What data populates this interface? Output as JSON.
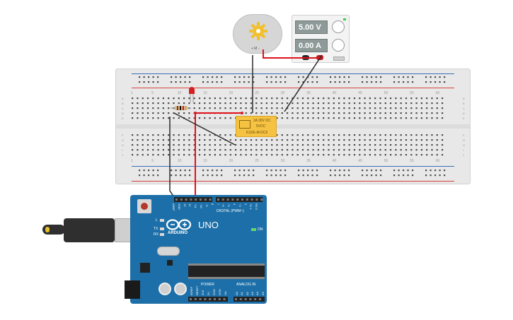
{
  "power_supply": {
    "voltage": "5.00 V",
    "current": "0.00 A"
  },
  "motor": {
    "label": "+ M -"
  },
  "relay": {
    "line1": "KS2E-M-DC5",
    "line2": "5VDC",
    "line3": "2A 30V DC"
  },
  "breadboard": {
    "column_numbers": [
      "1",
      "5",
      "10",
      "15",
      "20",
      "25",
      "30",
      "35",
      "40",
      "45",
      "50",
      "55",
      "60"
    ],
    "row_letters_top": [
      "A",
      "B",
      "C",
      "D",
      "E"
    ],
    "row_letters_bottom": [
      "F",
      "G",
      "H",
      "I",
      "J"
    ]
  },
  "arduino": {
    "brand": "ARDUINO",
    "model": "UNO",
    "digital_label": "DIGITAL (PWM~)",
    "power_label": "POWER",
    "analog_label": "ANALOG IN",
    "on_label": "ON",
    "tx_label": "TX",
    "rx_label": "RX",
    "l_label": "L",
    "digital_pins": [
      "AREF",
      "GND",
      "13",
      "12",
      "~11",
      "~10",
      "~9",
      "8",
      "7",
      "~6",
      "~5",
      "4",
      "~3",
      "2",
      "TX 1",
      "RX 0"
    ],
    "power_pins": [
      "IOREF",
      "RESET",
      "3V3",
      "5V",
      "GND",
      "GND",
      "Vin"
    ],
    "analog_pins": [
      "A0",
      "A1",
      "A2",
      "A3",
      "A4",
      "A5"
    ]
  },
  "colors": {
    "wire_red": "#e0101b",
    "wire_black": "#2a2a2a",
    "relay_yellow": "#f5c242",
    "board_blue": "#1c6fa8",
    "led_red": "#d42020"
  }
}
